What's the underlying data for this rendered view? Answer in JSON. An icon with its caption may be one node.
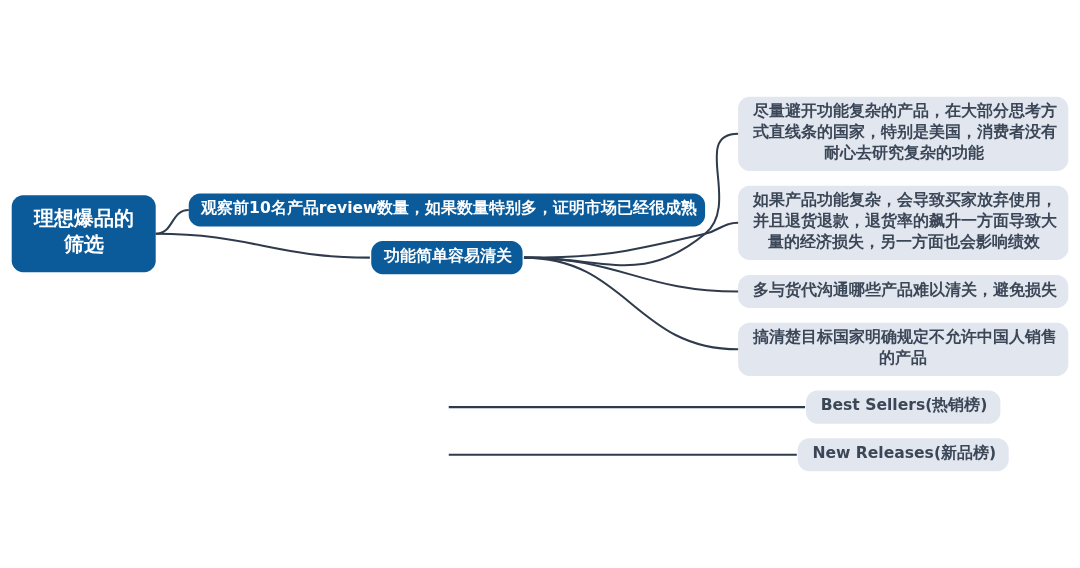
{
  "diagram": {
    "nodes": [
      {
        "text": [
          "理想爆品的筛选"
        ]
      },
      {
        "text": [
          "观察前10名产品review数量，如果数量特别多，证明市场已经很成熟"
        ]
      },
      {
        "text": [
          "功能简单容易清关"
        ]
      },
      {
        "text": [
          "尽量避开功能复杂的产品，在大部分思考方式直线条的国家，特别是美国，消费者没有耐心去研究复杂的功能"
        ]
      },
      {
        "text": [
          "如果产品功能复杂，会导致买家放弃使用，并且退货退款，退货率的飙升一方面导致大量的经济损失，另一方面也会影响绩效"
        ]
      },
      {
        "text": [
          "多与货代沟通哪些产品难以清关，避免损失"
        ]
      },
      {
        "text": [
          "搞清楚目标国家明确规定不允许中国人销售的产品"
        ]
      },
      {
        "text": [
          "Best Sellers(热销榜)"
        ]
      },
      {
        "text": [
          "New Releases(新品榜)"
        ]
      }
    ],
    "edges": [
      {
        "from": 0,
        "to": 1,
        "arrow": "none"
      },
      {
        "from": 0,
        "to": 2,
        "arrow": "none"
      },
      {
        "from": 2,
        "to": 3,
        "arrow": "none"
      },
      {
        "from": 2,
        "to": 4,
        "arrow": "none"
      },
      {
        "from": 2,
        "to": 5,
        "arrow": "none"
      },
      {
        "from": 2,
        "to": 6,
        "arrow": "none"
      },
      {
        "from": null,
        "to": 7,
        "arrow": "none"
      },
      {
        "from": null,
        "to": 8,
        "arrow": "none"
      }
    ]
  }
}
